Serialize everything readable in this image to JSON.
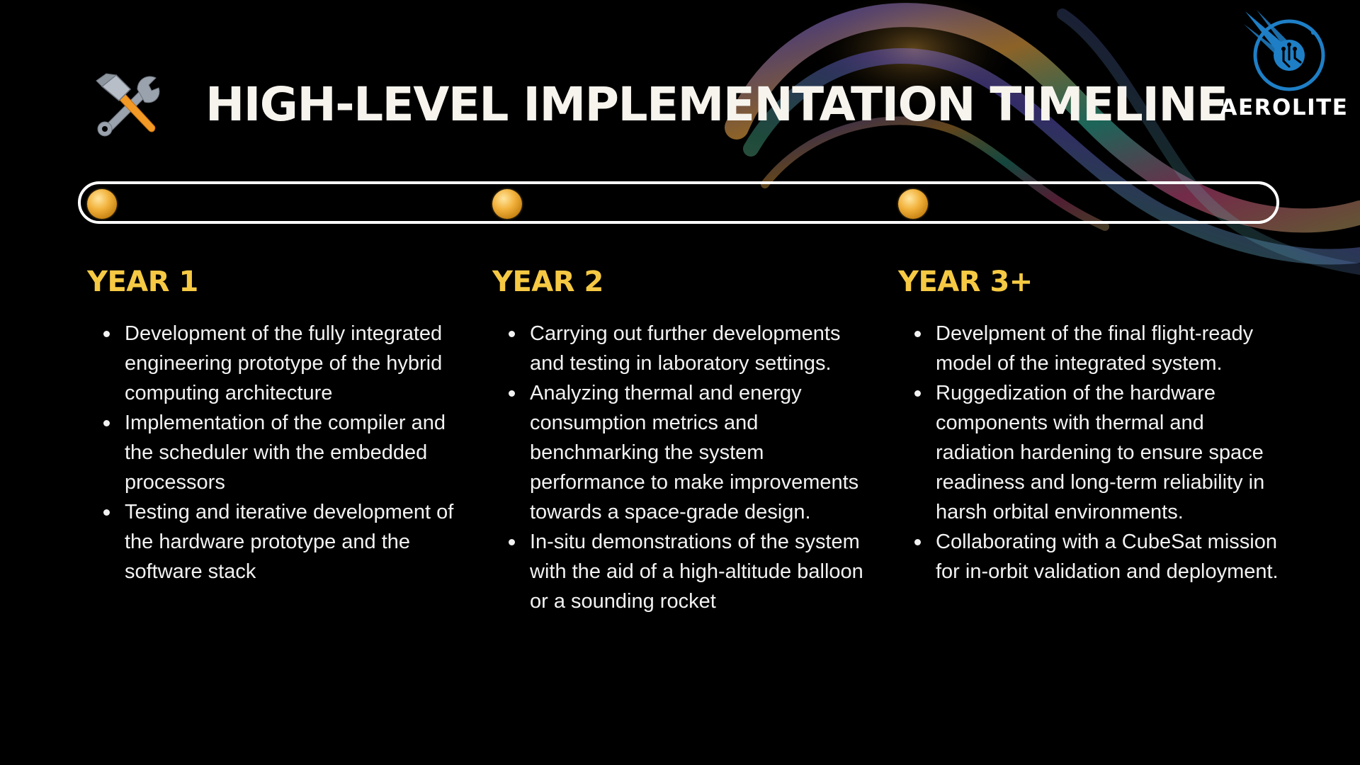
{
  "slide": {
    "title": "HIGH-LEVEL IMPLEMENTATION TIMELINE",
    "title_icon": "hammer-and-wrench-icon",
    "logo": {
      "icon": "comet-circuit-icon",
      "name": "AEROLITE"
    }
  },
  "colors": {
    "background": "#000000",
    "year_heading": "#f6c944",
    "timeline_marker": "#e9a830",
    "logo_blue": "#1e7fc6"
  },
  "timeline": [
    {
      "year": "YEAR 1",
      "items": [
        "Development of the fully integrated engineering prototype of the hybrid computing architecture",
        "Implementation of the compiler and the scheduler with the embedded processors",
        "Testing and iterative development of the hardware prototype and the software stack"
      ]
    },
    {
      "year": "YEAR 2",
      "items": [
        "Carrying out further developments and testing in laboratory settings.",
        "Analyzing thermal and energy consumption metrics and benchmarking the system performance to make improvements towards a space-grade design.",
        "In-situ demonstrations of the system with the aid of a high-altitude balloon or a sounding rocket"
      ]
    },
    {
      "year": "YEAR 3+",
      "items": [
        "Develpment of the final flight-ready model of the integrated system.",
        "Ruggedization of the hardware components with thermal and radiation hardening to ensure space readiness and long-term reliability in harsh orbital environments.",
        "Collaborating with a CubeSat mission for in-orbit validation and deployment."
      ]
    }
  ]
}
